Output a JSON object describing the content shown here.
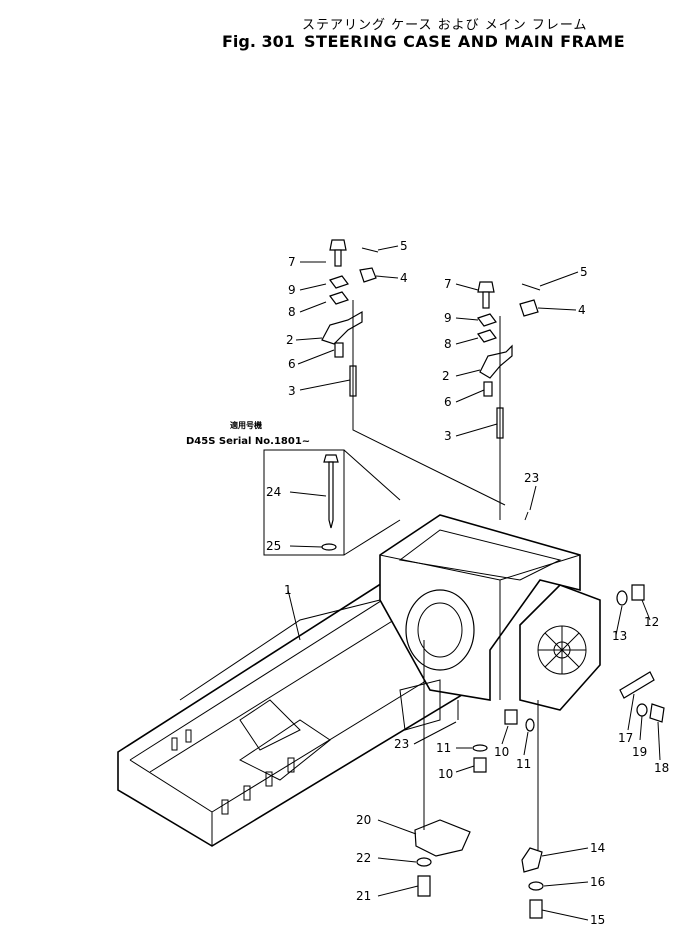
{
  "header": {
    "japanese_title": "ステアリング ケース および メイン フレーム",
    "figure_number": "Fig. 301",
    "title": "STEERING CASE AND MAIN FRAME"
  },
  "applicability_note": {
    "japanese": "適用号機",
    "serial": "D45S Serial No.1801~"
  },
  "callouts": [
    "1",
    "2",
    "3",
    "4",
    "5",
    "6",
    "7",
    "8",
    "9",
    "10",
    "11",
    "12",
    "13",
    "14",
    "15",
    "16",
    "17",
    "18",
    "19",
    "20",
    "21",
    "22",
    "23",
    "24",
    "25"
  ]
}
